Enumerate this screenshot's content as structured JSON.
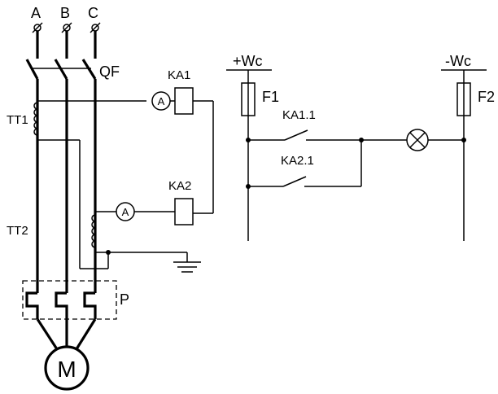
{
  "phases": [
    "A",
    "B",
    "C"
  ],
  "labels": {
    "breaker": "QF",
    "ct1": "TT1",
    "ct2": "TT2",
    "ammeter": "A",
    "relay1": "KA1",
    "relay2": "KA2",
    "contact1": "KA1.1",
    "contact2": "KA2.1",
    "plus_bus": "+Wc",
    "minus_bus": "-Wc",
    "fuse1": "F1",
    "fuse2": "F2",
    "starter": "P",
    "motor": "M"
  }
}
